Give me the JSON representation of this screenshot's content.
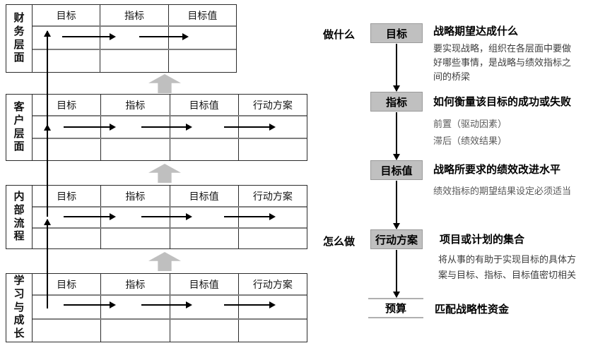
{
  "colors": {
    "step_box_fill": "#c0c0c0",
    "step_box_border": "#9a9a9a",
    "level_arrow_fill": "#bfbfbf",
    "table_border": "#2b2b2b",
    "table_inner_line": "#7f7f7f",
    "flow_arrow": "#000000",
    "body_text": "#3d3d3d",
    "muted_text": "#595959",
    "budget_line": "#b0b0b0"
  },
  "scorecard": {
    "layers": [
      {
        "label": "财务层面",
        "columns": [
          "目标",
          "指标",
          "目标值"
        ]
      },
      {
        "label": "客户层面",
        "columns": [
          "目标",
          "指标",
          "目标值",
          "行动方案"
        ]
      },
      {
        "label": "内部流程",
        "columns": [
          "目标",
          "指标",
          "目标值",
          "行动方案"
        ]
      },
      {
        "label": "学习与成长",
        "columns": [
          "目标",
          "指标",
          "目标值",
          "行动方案"
        ]
      }
    ]
  },
  "flow": {
    "what_label": "做什么",
    "how_label": "怎么做",
    "steps": [
      {
        "box": "目标",
        "title": "战略期望达成什么",
        "desc": "要实现战略，组织在各层面中要做好哪些事情，是战略与绩效指标之间的桥梁"
      },
      {
        "box": "指标",
        "title": "如何衡量该目标的成功或失败",
        "desc_line1": "前置（驱动因素）",
        "desc_line2": "滞后（绩效结果）"
      },
      {
        "box": "目标值",
        "title": "战略所要求的绩效改进水平",
        "desc": "绩效指标的期望结果设定必须适当"
      },
      {
        "box": "行动方案",
        "title": "项目或计划的集合",
        "desc": "将从事的有助于实现目标的具体方案与目标、指标、目标值密切相关"
      },
      {
        "box": "预算",
        "title": "匹配战略性资金"
      }
    ]
  }
}
